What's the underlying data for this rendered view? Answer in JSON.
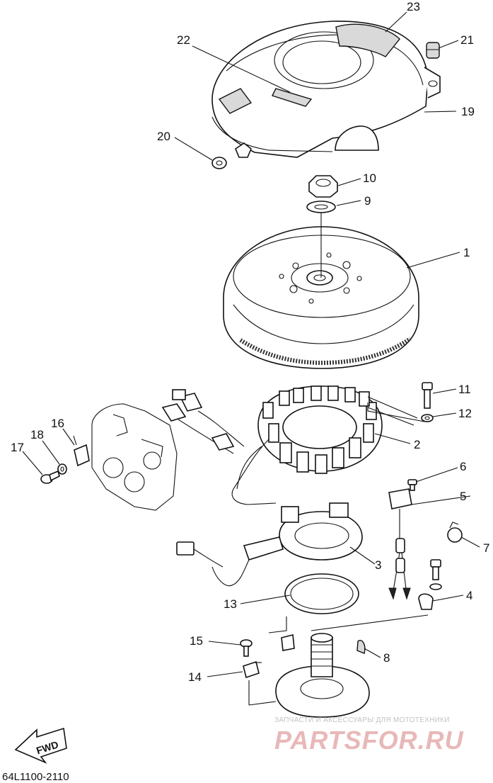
{
  "callouts": {
    "c1": "1",
    "c2": "2",
    "c3": "3",
    "c4": "4",
    "c5": "5",
    "c6": "6",
    "c7": "7",
    "c8": "8",
    "c9": "9",
    "c10": "10",
    "c11": "11",
    "c12": "12",
    "c13": "13",
    "c14": "14",
    "c15": "15",
    "c16": "16",
    "c17": "17",
    "c18": "18",
    "c19": "19",
    "c20": "20",
    "c21": "21",
    "c22": "22",
    "c23": "23"
  },
  "arrow_label": "FWD",
  "diagram_code": "64L1100-2110",
  "watermark": {
    "small_text": "ЗАПЧАСТИ И АКСЕССУАРЫ ДЛЯ МОТОТЕХНИКИ",
    "logo_text": "PARTSFOR.RU"
  }
}
